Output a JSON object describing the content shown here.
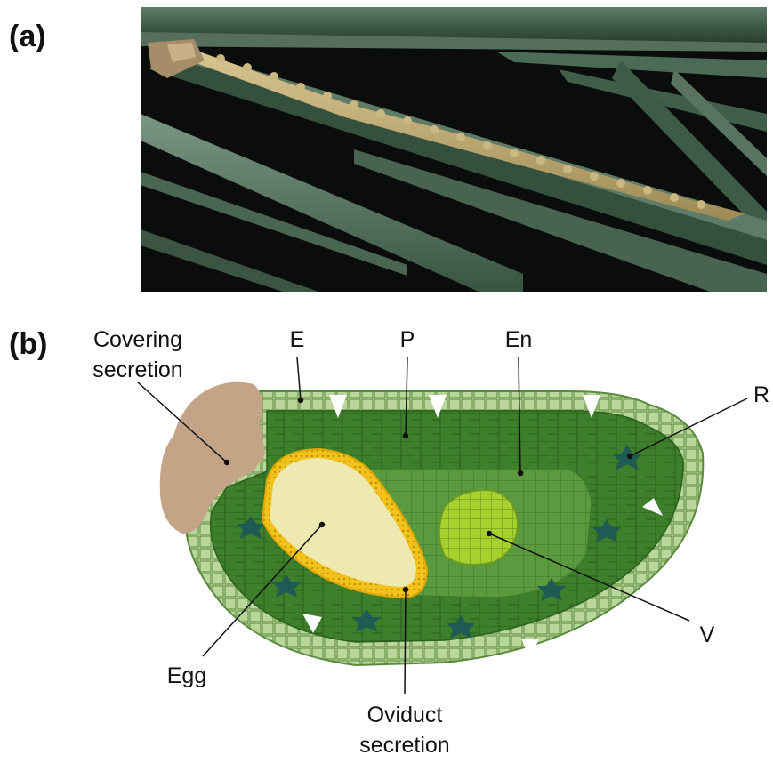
{
  "panels": {
    "a_label": "(a)",
    "b_label": "(b)"
  },
  "photo": {
    "subject": "pine needles with egg row"
  },
  "diagram": {
    "labels": {
      "covering_line1": "Covering",
      "covering_line2": "secretion",
      "E": "E",
      "P": "P",
      "En": "En",
      "R": "R",
      "V": "V",
      "egg": "Egg",
      "oviduct_line1": "Oviduct",
      "oviduct_line2": "secretion"
    },
    "colors": {
      "epidermis": "#b9d79a",
      "parenchyma": "#3d7f2b",
      "endosperm_area": "#5c9a3f",
      "vascular": "#a6d12e",
      "resin_duct": "#1f5a55",
      "egg": "#ede9b0",
      "oviduct_ring": "#f2c21b",
      "covering": "#c4a487"
    }
  }
}
